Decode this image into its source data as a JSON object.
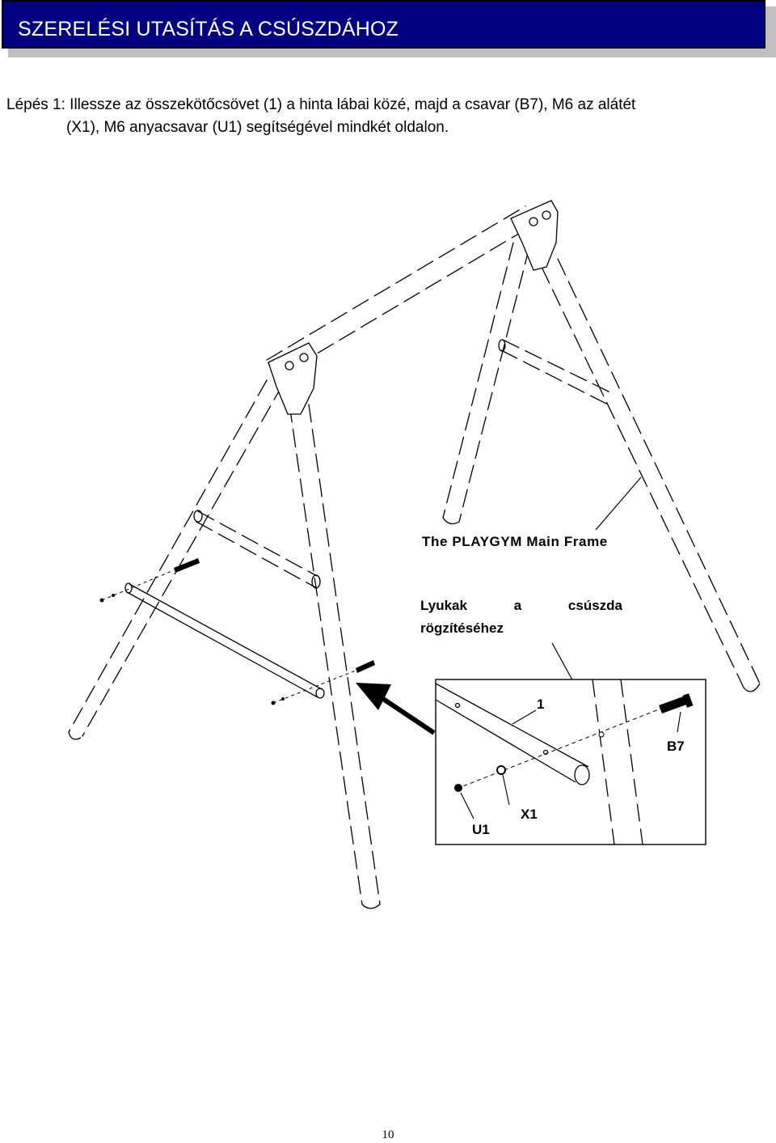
{
  "header": {
    "title": "SZERELÉSI UTASÍTÁS A CSÚSZDÁHOZ"
  },
  "step": {
    "line1": "Lépés 1: Illessze az összekötőcsövet (1) a hinta lábai közé, majd a csavar (B7), M6 az alátét",
    "line2": "(X1), M6 anyacsavar (U1) segítségével mindkét oldalon."
  },
  "figure": {
    "frame_label": "The PLAYGYM Main Frame",
    "callout_words": [
      "Lyukak",
      "a",
      "csúszda"
    ],
    "callout_line2": "rögzítéséhez",
    "parts": {
      "tube": "1",
      "bolt": "B7",
      "washer": "X1",
      "nut": "U1"
    }
  },
  "footer": {
    "page_number": "10"
  },
  "colors": {
    "banner": "#000080",
    "banner_text": "#ffffff"
  }
}
